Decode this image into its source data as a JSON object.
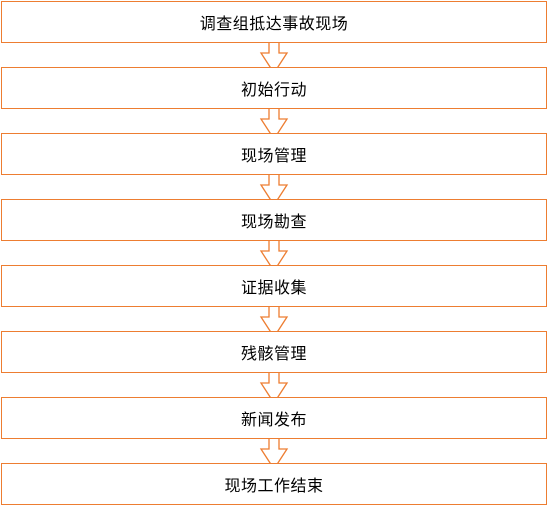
{
  "diagram": {
    "type": "vertical-flowchart",
    "colors": {
      "border": "#ED7D31",
      "arrow_fill": "#ffffff",
      "text": "#000000"
    },
    "steps": [
      {
        "label": "调查组抵达事故现场"
      },
      {
        "label": "初始行动"
      },
      {
        "label": "现场管理"
      },
      {
        "label": "现场勘查"
      },
      {
        "label": "证据收集"
      },
      {
        "label": "残骸管理"
      },
      {
        "label": "新闻发布"
      },
      {
        "label": "现场工作结束"
      }
    ]
  }
}
